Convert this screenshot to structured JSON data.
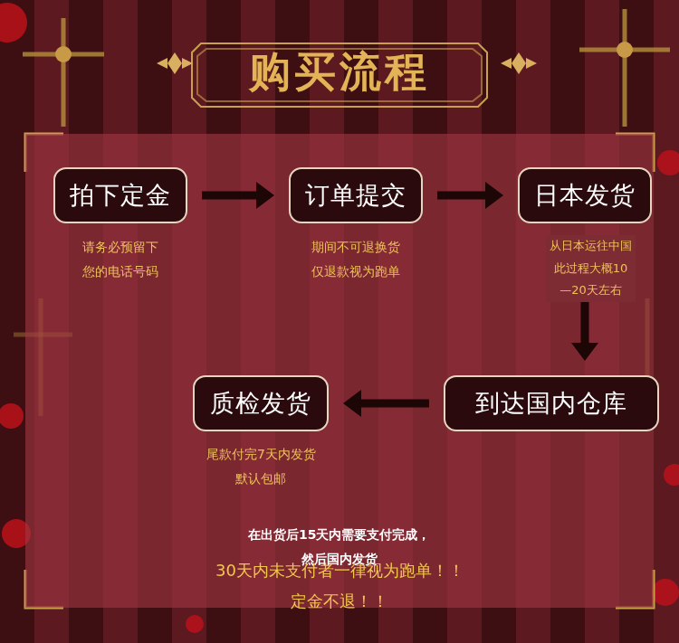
{
  "diagram": {
    "title": "购买流程",
    "nodes": [
      {
        "text": [
          "拍下定金"
        ]
      },
      {
        "text": [
          "订单提交"
        ]
      },
      {
        "text": [
          "日本发货"
        ]
      },
      {
        "text": [
          "到达国内仓库"
        ]
      },
      {
        "text": [
          "质检发货"
        ]
      }
    ],
    "edges": [
      {
        "from": 0,
        "to": 1,
        "arrow": "to"
      },
      {
        "from": 1,
        "to": 2,
        "arrow": "to"
      },
      {
        "from": 2,
        "to": 3,
        "arrow": "to"
      },
      {
        "from": 3,
        "to": 4,
        "arrow": "to"
      }
    ],
    "labels": [
      "请务必预留下 您的电话号码",
      "期间不可退换货 仅退款视为跑单",
      "从日本运往中国 此过程大概10—20天左右",
      "尾款付完7天内发货 默认包邮",
      "在出货后15天内需要支付完成，然后国内发货",
      "30天内未支付者一律视为跑单！！定金不退！！"
    ]
  }
}
